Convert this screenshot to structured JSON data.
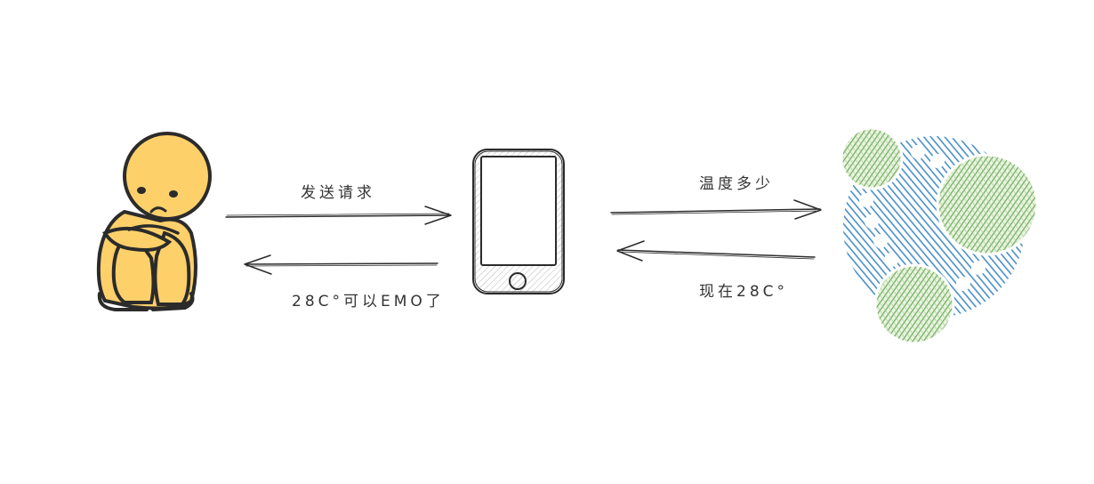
{
  "labels": {
    "send_request": "发送请求",
    "reply_user": "28C°可以EMO了",
    "ask_temperature": "温度多少",
    "reply_server": "现在28C°"
  },
  "colors": {
    "person_fill": "#fdd06a",
    "outline": "#2b2b2b",
    "blue_hatch": "#4a90c8",
    "green_hatch": "#7ab87a",
    "text": "#333333"
  },
  "icons": {
    "user": "sad-person-icon",
    "phone": "smartphone-icon",
    "server": "neo4j-logo-icon"
  }
}
